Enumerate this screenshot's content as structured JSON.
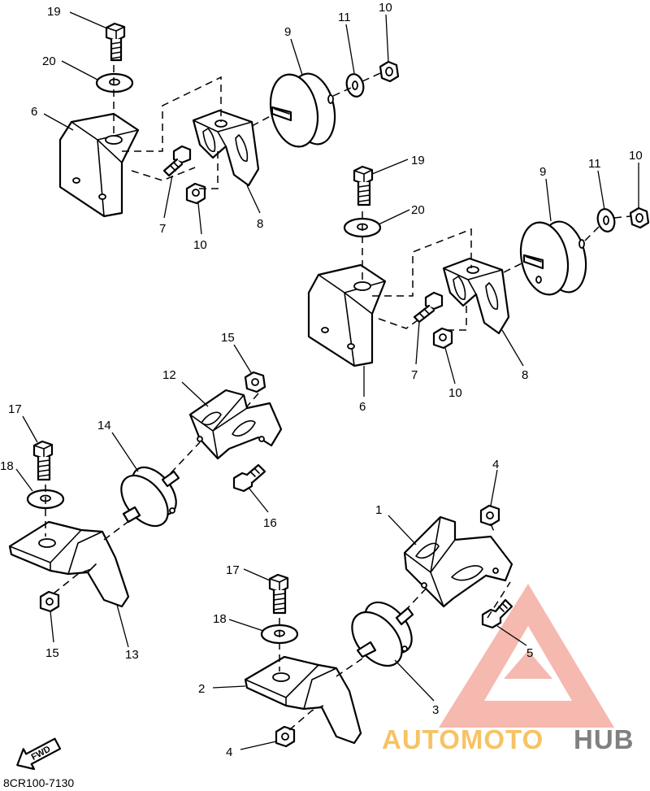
{
  "diagram_code": "8CR100-7130",
  "fwd_label": "FWD",
  "watermark": {
    "text_auto": "AUTOMOTO",
    "text_hub": "HUB",
    "color_accent": "#f08a7a",
    "color_auto": "#f5b94a",
    "color_hub": "#6b6b6b"
  },
  "callouts": {
    "c19a": "19",
    "c20a": "20",
    "c6a": "6",
    "c9a": "9",
    "c11a": "11",
    "c10a": "10",
    "c7a": "7",
    "c10b": "10",
    "c8a": "8",
    "c19b": "19",
    "c20b": "20",
    "c9b": "9",
    "c11b": "11",
    "c10c": "10",
    "c7b": "7",
    "c10d": "10",
    "c8b": "8",
    "c6b": "6",
    "c15a": "15",
    "c12": "12",
    "c14": "14",
    "c17a": "17",
    "c18a": "18",
    "c16": "16",
    "c15b": "15",
    "c13": "13",
    "c4a": "4",
    "c1": "1",
    "c17b": "17",
    "c18b": "18",
    "c5": "5",
    "c2": "2",
    "c3": "3",
    "c4b": "4"
  }
}
